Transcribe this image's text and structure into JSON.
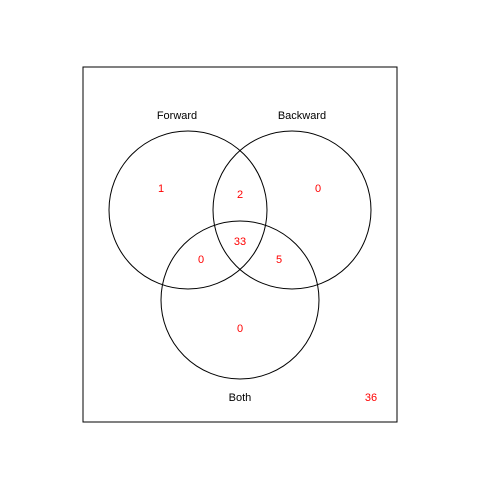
{
  "colors": {
    "count_text": "#ff0000",
    "outline": "#000000",
    "background": "#ffffff"
  },
  "sets": [
    {
      "id": "forward",
      "label": "Forward"
    },
    {
      "id": "backward",
      "label": "Backward"
    },
    {
      "id": "both",
      "label": "Both"
    }
  ],
  "regions": {
    "forward_only": "1",
    "backward_only": "0",
    "both_only": "0",
    "forward_backward": "2",
    "forward_both": "0",
    "backward_both": "5",
    "all_three": "33",
    "none": "36"
  }
}
